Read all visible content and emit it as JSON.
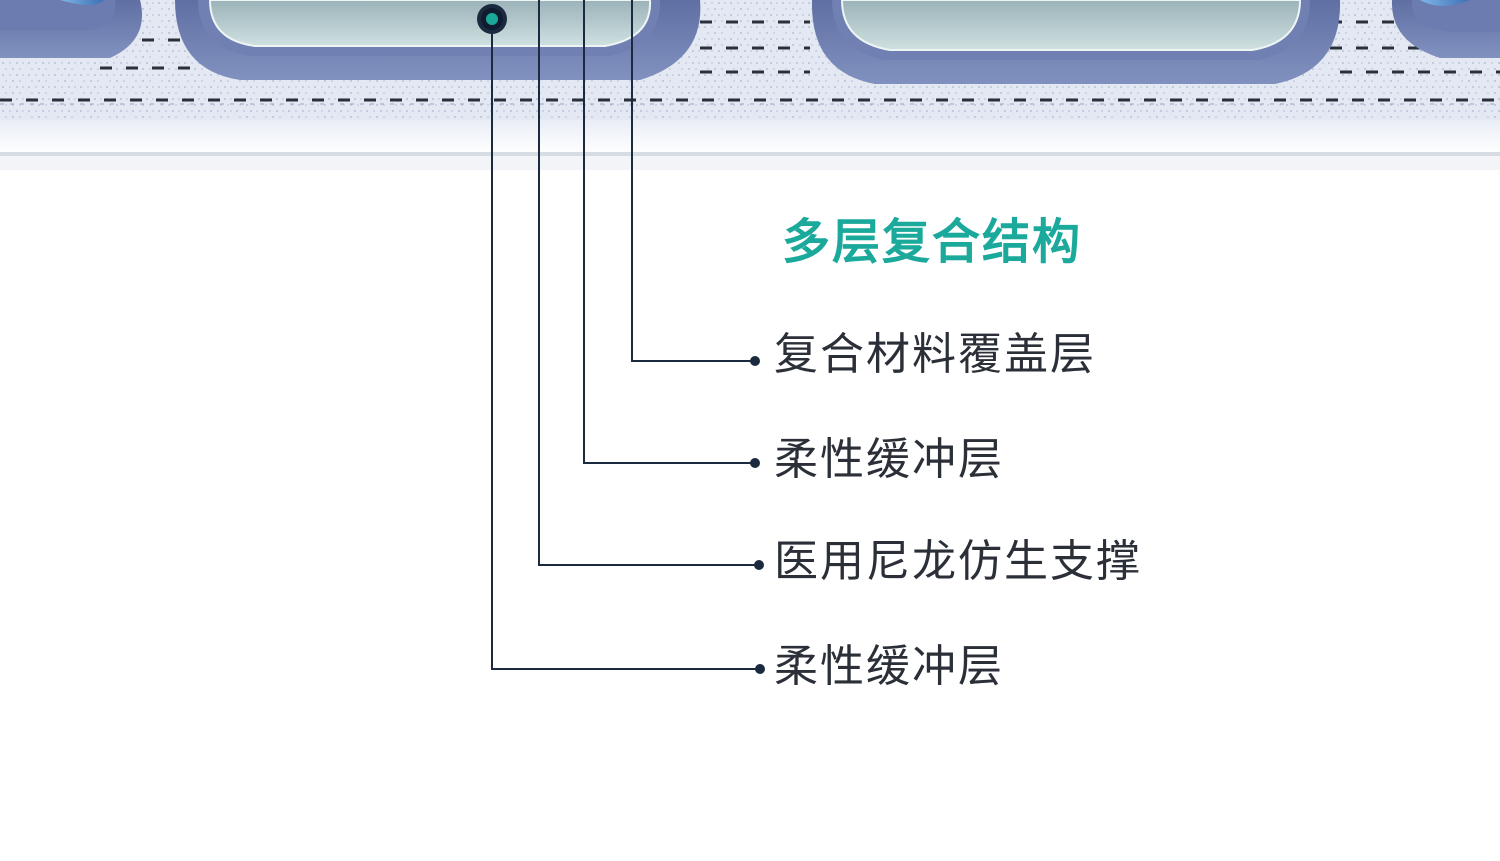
{
  "title": "多层复合结构",
  "layers": [
    {
      "label": "复合材料覆盖层"
    },
    {
      "label": "柔性缓冲层"
    },
    {
      "label": "医用尼龙仿生支撑"
    },
    {
      "label": "柔性缓冲层"
    }
  ],
  "colors": {
    "title": "#1aa99b",
    "label_text": "#2b2f37",
    "leader_line": "#1c2a40",
    "pad_base": "#6f7fae",
    "pad_window": "#b8d3d6",
    "mesh_background": "#dfe5f1",
    "marker_fill": "#19a89a"
  },
  "icons": {
    "marker": "dot-marker-icon",
    "pad": "cushion-pad-icon"
  }
}
